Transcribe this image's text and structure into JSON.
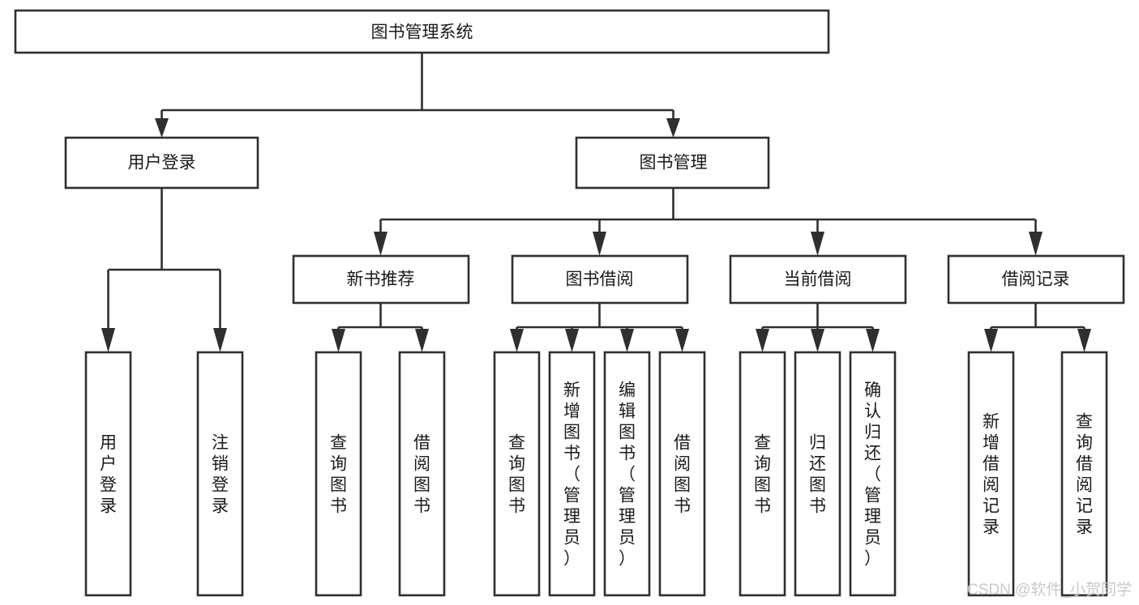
{
  "diagram": {
    "title": "图书管理系统",
    "type": "tree-hierarchy-chart",
    "orientation": "top-down",
    "colors": {
      "box_fill": "#ffffff",
      "box_stroke": "#2f2f2f",
      "connector": "#2f2f2f",
      "text": "#1a1a1a",
      "watermark": "#c9c9c9",
      "background": "#ffffff"
    },
    "levels": 4,
    "root": {
      "id": "root",
      "label": "图书管理系统",
      "orientation": "horizontal"
    },
    "level2": [
      {
        "id": "user-login",
        "label": "用户登录",
        "orientation": "horizontal"
      },
      {
        "id": "book-management",
        "label": "图书管理",
        "orientation": "horizontal"
      }
    ],
    "level3": [
      {
        "id": "new-book-recommend",
        "label": "新书推荐",
        "orientation": "horizontal",
        "parent": "book-management"
      },
      {
        "id": "book-borrow",
        "label": "图书借阅",
        "orientation": "horizontal",
        "parent": "book-management"
      },
      {
        "id": "current-borrow",
        "label": "当前借阅",
        "orientation": "horizontal",
        "parent": "book-management"
      },
      {
        "id": "borrow-record",
        "label": "借阅记录",
        "orientation": "horizontal",
        "parent": "book-management"
      }
    ],
    "leaves": [
      {
        "id": "leaf-user-login",
        "label": "用户登录",
        "orientation": "vertical",
        "parent": "user-login"
      },
      {
        "id": "leaf-logout",
        "label": "注销登录",
        "orientation": "vertical",
        "parent": "user-login"
      },
      {
        "id": "leaf-query-books-1",
        "label": "查询图书",
        "orientation": "vertical",
        "parent": "new-book-recommend"
      },
      {
        "id": "leaf-borrow-books-1",
        "label": "借阅图书",
        "orientation": "vertical",
        "parent": "new-book-recommend"
      },
      {
        "id": "leaf-query-books-2",
        "label": "查询图书",
        "orientation": "vertical",
        "parent": "book-borrow"
      },
      {
        "id": "leaf-add-book",
        "label": "新增图书（管理员）",
        "orientation": "vertical",
        "parent": "book-borrow"
      },
      {
        "id": "leaf-edit-book",
        "label": "编辑图书（管理员）",
        "orientation": "vertical",
        "parent": "book-borrow"
      },
      {
        "id": "leaf-borrow-books-2",
        "label": "借阅图书",
        "orientation": "vertical",
        "parent": "book-borrow"
      },
      {
        "id": "leaf-query-books-3",
        "label": "查询图书",
        "orientation": "vertical",
        "parent": "current-borrow"
      },
      {
        "id": "leaf-return-book",
        "label": "归还图书",
        "orientation": "vertical",
        "parent": "current-borrow"
      },
      {
        "id": "leaf-confirm-return",
        "label": "确认归还（管理员）",
        "orientation": "vertical",
        "parent": "current-borrow"
      },
      {
        "id": "leaf-add-record",
        "label": "新增借阅记录",
        "orientation": "vertical",
        "parent": "borrow-record"
      },
      {
        "id": "leaf-query-record",
        "label": "查询借阅记录",
        "orientation": "vertical",
        "parent": "borrow-record"
      }
    ],
    "watermark": "CSDN @软件_小贺同学"
  }
}
